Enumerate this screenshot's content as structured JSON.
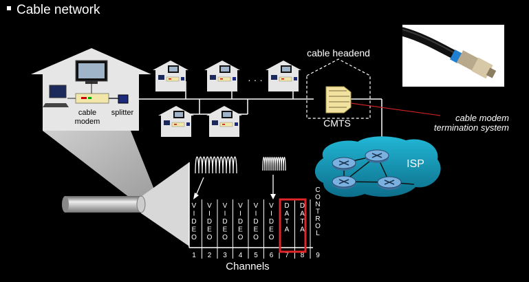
{
  "title": "Cable network",
  "labels": {
    "cable_headend": "cable headend",
    "cmts": "CMTS",
    "cmts_full_line1": "cable modem",
    "cmts_full_line2": "termination system",
    "isp": "ISP",
    "cable_modem_line1": "cable",
    "cable_modem_line2": "modem",
    "splitter": "splitter",
    "channels": "Channels",
    "ellipsis": "· · ·"
  },
  "channels": [
    {
      "number": "1",
      "name": "VIDEO"
    },
    {
      "number": "2",
      "name": "VIDEO"
    },
    {
      "number": "3",
      "name": "VIDEO"
    },
    {
      "number": "4",
      "name": "VIDEO"
    },
    {
      "number": "5",
      "name": "VIDEO"
    },
    {
      "number": "6",
      "name": "VIDEO"
    },
    {
      "number": "7",
      "name": "DATA"
    },
    {
      "number": "8",
      "name": "DATA"
    },
    {
      "number": "9",
      "name": "CONTROL"
    }
  ],
  "colors": {
    "house": "#e6e6e6",
    "isp_cloud": "#1aa7c4",
    "router": "#7ab1e0",
    "highlight_box": "#e0262a",
    "annotation_line": "#cc2222"
  }
}
